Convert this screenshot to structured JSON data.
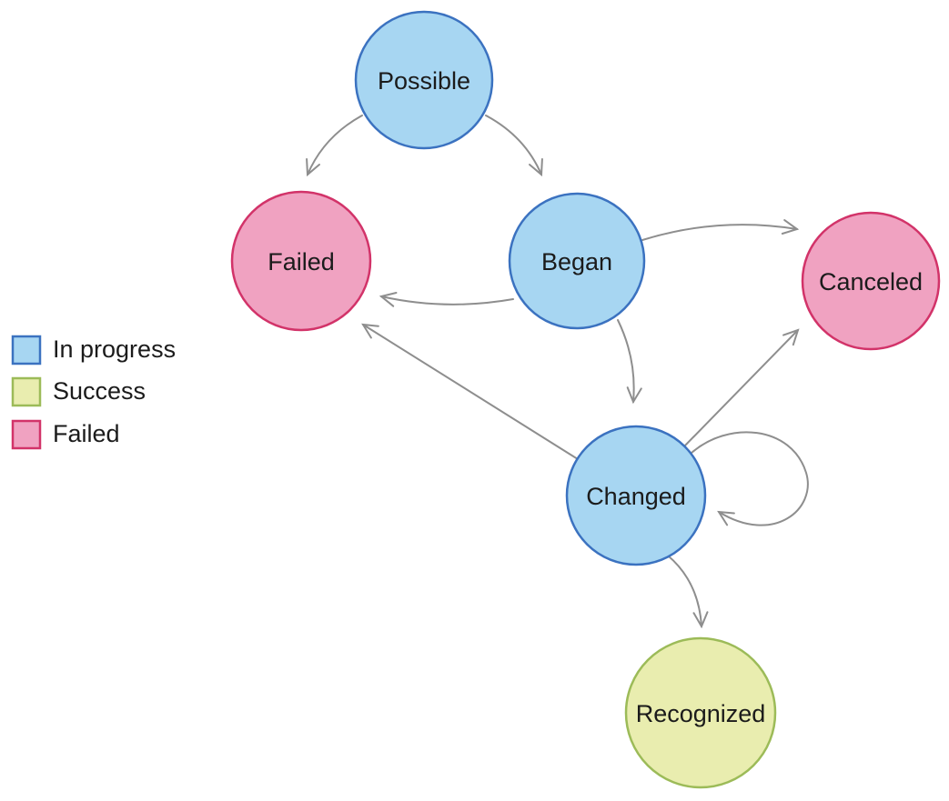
{
  "diagram": {
    "nodes": [
      {
        "id": "possible",
        "label": "Possible",
        "status": "in_progress"
      },
      {
        "id": "failed",
        "label": "Failed",
        "status": "failed"
      },
      {
        "id": "began",
        "label": "Began",
        "status": "in_progress"
      },
      {
        "id": "canceled",
        "label": "Canceled",
        "status": "failed"
      },
      {
        "id": "changed",
        "label": "Changed",
        "status": "in_progress"
      },
      {
        "id": "recognized",
        "label": "Recognized",
        "status": "success"
      }
    ],
    "edges": [
      {
        "from": "Possible",
        "to": "Failed"
      },
      {
        "from": "Possible",
        "to": "Began"
      },
      {
        "from": "Began",
        "to": "Canceled"
      },
      {
        "from": "Began",
        "to": "Failed"
      },
      {
        "from": "Began",
        "to": "Changed"
      },
      {
        "from": "Changed",
        "to": "Failed"
      },
      {
        "from": "Changed",
        "to": "Canceled"
      },
      {
        "from": "Changed",
        "to": "Changed"
      },
      {
        "from": "Changed",
        "to": "Recognized"
      }
    ]
  },
  "legend": {
    "items": [
      {
        "label": "In progress",
        "status": "in_progress"
      },
      {
        "label": "Success",
        "status": "success"
      },
      {
        "label": "Failed",
        "status": "failed"
      }
    ]
  },
  "colors": {
    "background": "#ffffff",
    "arrow": "#8e8e8e",
    "text": "#1b1b1b",
    "in_progress_fill": "#a7d6f2",
    "in_progress_border": "#3b72c0",
    "success_fill": "#e9edaf",
    "success_border": "#9cbb58",
    "failed_fill": "#f0a2c1",
    "failed_border": "#d23369"
  }
}
